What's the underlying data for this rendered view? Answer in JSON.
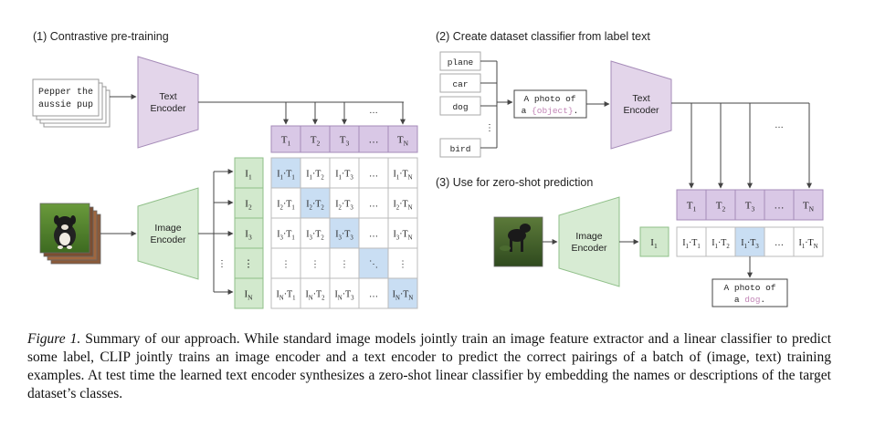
{
  "panels": {
    "pretraining_title": "(1) Contrastive pre-training",
    "classifier_title": "(2) Create dataset classifier from label text",
    "zeroshot_title": "(3) Use for zero-shot prediction"
  },
  "pretraining": {
    "text_input": [
      "Pepper the",
      "aussie pup"
    ],
    "text_encoder": [
      "Text",
      "Encoder"
    ],
    "image_encoder": [
      "Image",
      "Encoder"
    ],
    "text_features": [
      {
        "base": "T",
        "sub": "1"
      },
      {
        "base": "T",
        "sub": "2"
      },
      {
        "base": "T",
        "sub": "3"
      },
      {
        "base": "…",
        "sub": ""
      },
      {
        "base": "T",
        "sub": "N"
      }
    ],
    "image_features": [
      {
        "base": "I",
        "sub": "1"
      },
      {
        "base": "I",
        "sub": "2"
      },
      {
        "base": "I",
        "sub": "3"
      },
      {
        "base": "⋮",
        "sub": ""
      },
      {
        "base": "I",
        "sub": "N"
      }
    ],
    "matrix": [
      [
        [
          "I",
          "1",
          "T",
          "1"
        ],
        [
          "I",
          "1",
          "T",
          "2"
        ],
        [
          "I",
          "1",
          "T",
          "3"
        ],
        [
          "…"
        ],
        [
          "I",
          "1",
          "T",
          "N"
        ]
      ],
      [
        [
          "I",
          "2",
          "T",
          "1"
        ],
        [
          "I",
          "2",
          "T",
          "2"
        ],
        [
          "I",
          "2",
          "T",
          "3"
        ],
        [
          "…"
        ],
        [
          "I",
          "2",
          "T",
          "N"
        ]
      ],
      [
        [
          "I",
          "3",
          "T",
          "1"
        ],
        [
          "I",
          "3",
          "T",
          "2"
        ],
        [
          "I",
          "3",
          "T",
          "3"
        ],
        [
          "…"
        ],
        [
          "I",
          "3",
          "T",
          "N"
        ]
      ],
      [
        [
          "⋮"
        ],
        [
          "⋮"
        ],
        [
          "⋮"
        ],
        [
          "⋱"
        ],
        [
          "⋮"
        ]
      ],
      [
        [
          "I",
          "N",
          "T",
          "1"
        ],
        [
          "I",
          "N",
          "T",
          "2"
        ],
        [
          "I",
          "N",
          "T",
          "3"
        ],
        [
          "…"
        ],
        [
          "I",
          "N",
          "T",
          "N"
        ]
      ]
    ],
    "highlighted_cells": [
      [
        0,
        0
      ],
      [
        1,
        1
      ],
      [
        2,
        2
      ],
      [
        3,
        3
      ],
      [
        4,
        4
      ]
    ],
    "top_ellipsis": "…",
    "left_ellipsis": "⋮"
  },
  "classifier": {
    "labels": [
      "plane",
      "car",
      "dog",
      "⋮",
      "bird"
    ],
    "prompt_prefix": "A photo of",
    "prompt_article": "a",
    "prompt_slot": "{object}",
    "prompt_suffix": ".",
    "text_encoder": [
      "Text",
      "Encoder"
    ],
    "top_ellipsis": "…",
    "text_features": [
      {
        "base": "T",
        "sub": "1"
      },
      {
        "base": "T",
        "sub": "2"
      },
      {
        "base": "T",
        "sub": "3"
      },
      {
        "base": "…",
        "sub": ""
      },
      {
        "base": "T",
        "sub": "N"
      }
    ]
  },
  "zeroshot": {
    "image_encoder": [
      "Image",
      "Encoder"
    ],
    "image_feature": {
      "base": "I",
      "sub": "1"
    },
    "scores": [
      [
        "I",
        "1",
        "T",
        "1"
      ],
      [
        "I",
        "1",
        "T",
        "2"
      ],
      [
        "I",
        "1",
        "T",
        "3"
      ],
      [
        "…"
      ],
      [
        "I",
        "1",
        "T",
        "N"
      ]
    ],
    "highlighted_index": 2,
    "result_prefix": "A photo of",
    "result_article": "a",
    "result_word": "dog",
    "result_suffix": "."
  },
  "caption": {
    "label": "Figure 1.",
    "text": "Summary of our approach. While standard image models jointly train an image feature extractor and a linear classifier to predict some label, CLIP jointly trains an image encoder and a text encoder to predict the correct pairings of a batch of (image, text) training examples. At test time the learned text encoder synthesizes a zero-shot linear classifier by embedding the names or descriptions of the target dataset’s classes."
  },
  "colors": {
    "text_encoder_fill": "#e3d5ea",
    "text_encoder_stroke": "#a58bb8",
    "image_encoder_fill": "#d7ebd3",
    "image_encoder_stroke": "#8fbf88",
    "text_feature_fill": "#d9c8e6",
    "image_feature_fill": "#d2e9cd",
    "highlight_fill": "#c9def3",
    "label_text": "#c285b6"
  }
}
